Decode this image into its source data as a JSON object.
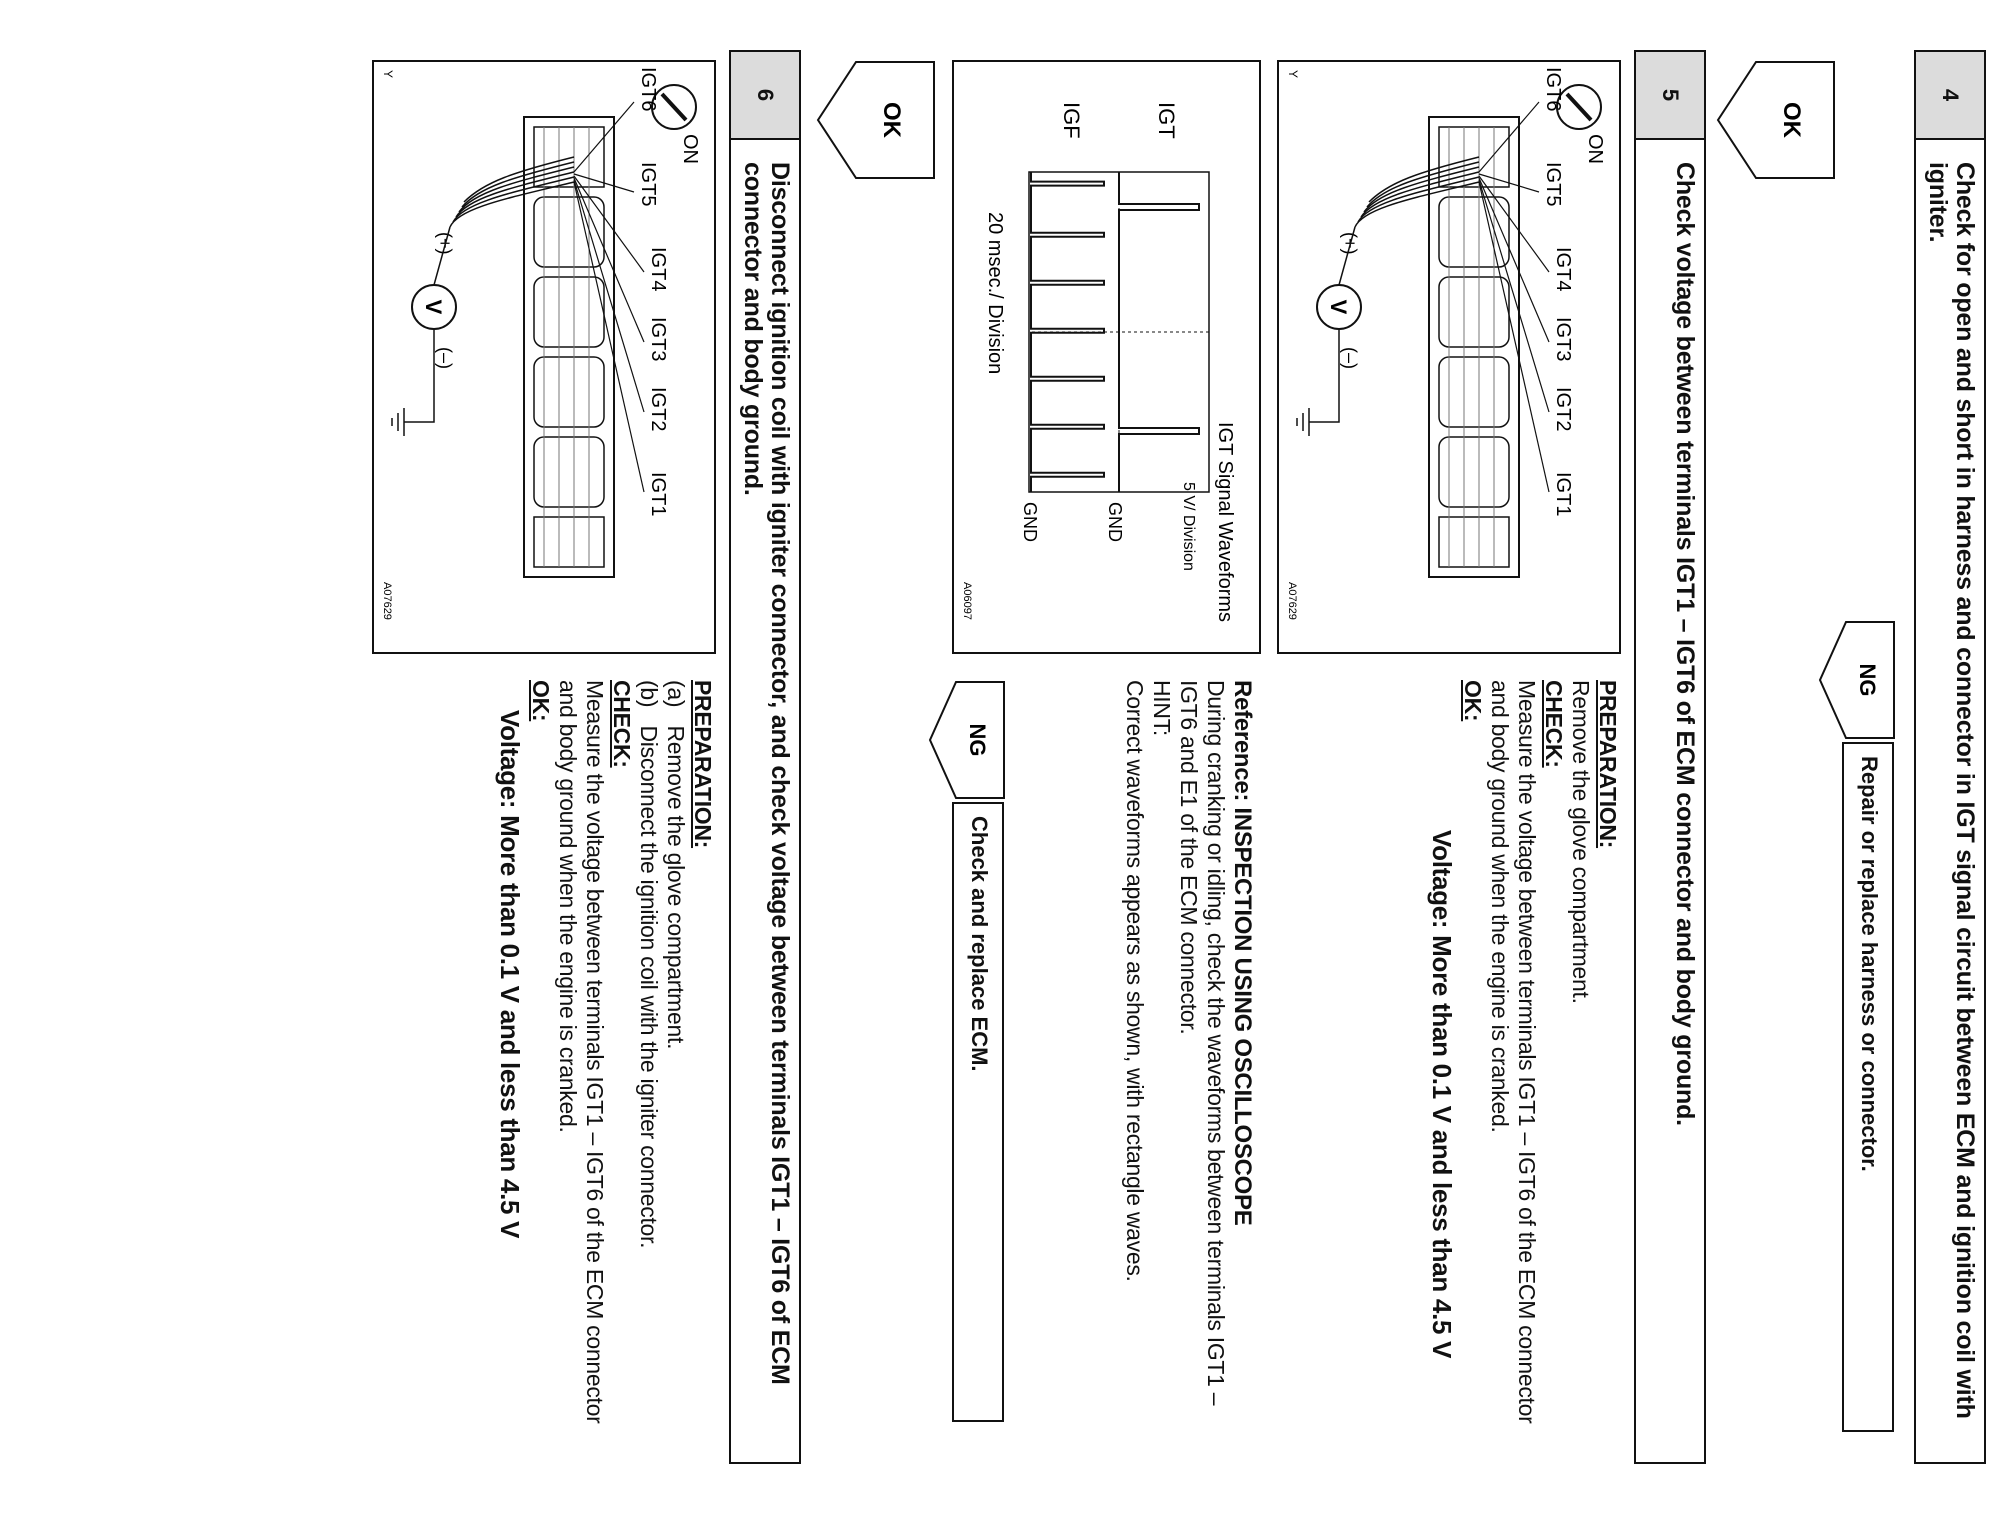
{
  "steps": [
    {
      "number": "4",
      "title": "Check for open and short in harness and connector in IGT signal circuit between ECM and ignition coil with igniter.",
      "ng_label": "NG",
      "ng_result": "Repair or replace harness or connector.",
      "ok_label": "OK"
    },
    {
      "number": "5",
      "title": "Check voltage between terminals IGT1 – IGT6 of ECM connector and body ground.",
      "preparation_heading": "PREPARATION:",
      "preparation_text": "Remove the glove compartment.",
      "check_heading": "CHECK:",
      "check_text": "Measure the voltage between terminals IGT1 – IGT6 of the ECM connector and body ground when the engine is cranked.",
      "ok_heading": "OK:",
      "ok_value": "Voltage: More than 0.1 V and less than 4.5 V",
      "reference_heading": "Reference: INSPECTION USING OSCILLOSCOPE",
      "reference_text": "During cranking or idling, check the waveforms between terminals IGT1 – IGT6 and E1 of the ECM connector.",
      "hint_label": "HINT:",
      "hint_text": "Correct waveforms appears as shown, with rectangle waves.",
      "ng_label": "NG",
      "ng_result": "Check and replace ECM.",
      "ok_label": "OK"
    },
    {
      "number": "6",
      "title": "Disconnect ignition coil with igniter connector, and check voltage between terminals IGT1 – IGT6 of ECM connector and body ground.",
      "preparation_heading": "PREPARATION:",
      "prep_items": [
        {
          "label": "(a)",
          "text": "Remove the glove compartment."
        },
        {
          "label": "(b)",
          "text": "Disconnect the ignition coil with the igniter connector."
        }
      ],
      "check_heading": "CHECK:",
      "check_text": "Measure the voltage between terminals IGT1 – IGT6 of the ECM connector and body ground when the engine is cranked.",
      "ok_heading": "OK:",
      "ok_value": "Voltage: More than 0.1 V and less than 4.5 V"
    }
  ],
  "connector_figure": {
    "switch_label": "ON",
    "pin_labels": [
      "IGT6",
      "IGT5",
      "IGT4",
      "IGT3",
      "IGT2",
      "IGT1"
    ],
    "meter_symbol": "V",
    "plus": "(+)",
    "minus": "(–)",
    "code": "A07629",
    "corner_mark": "Y"
  },
  "waveform_figure": {
    "title": "IGT Signal Waveforms",
    "scale": "5 V/ Division",
    "igt_label": "IGT",
    "igf_label": "IGF",
    "gnd1": "GND",
    "gnd2": "GND",
    "timebase": "20 msec./ Division",
    "code": "A06097",
    "chart_data": {
      "type": "line",
      "title": "IGT Signal Waveforms",
      "series": [
        {
          "name": "IGT",
          "pulses_at_divisions": [
            1.0,
            8.0
          ]
        },
        {
          "name": "IGF",
          "pulses_at_divisions": [
            0.3,
            1.9,
            3.4,
            4.9,
            6.4,
            7.9,
            9.4
          ]
        }
      ],
      "xlabel": "20 msec./ Division",
      "ylabel": "5 V/ Division"
    }
  }
}
